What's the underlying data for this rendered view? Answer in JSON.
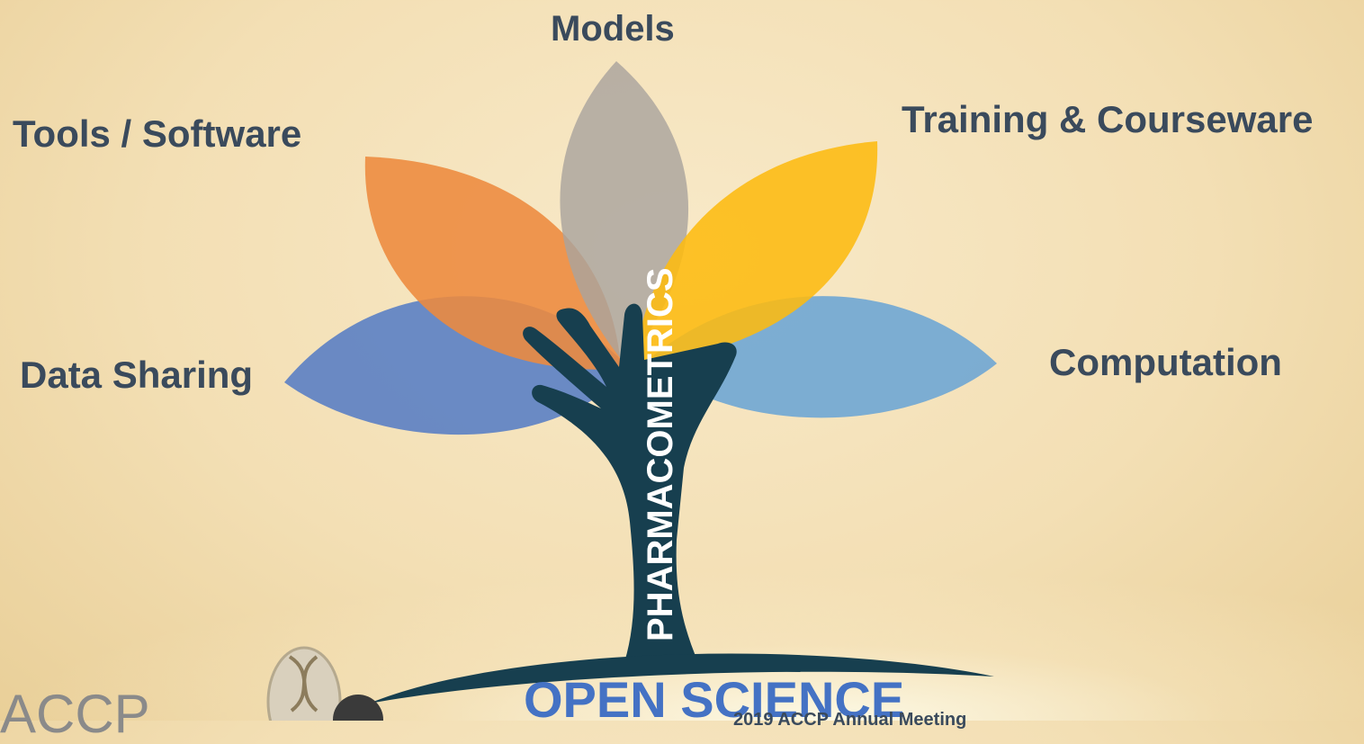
{
  "labels": {
    "models": "Models",
    "tools": "Tools / Software",
    "training": "Training & Courseware",
    "data_sharing": "Data Sharing",
    "computation": "Computation"
  },
  "trunk_label": "PHARMACOMETRICS",
  "root_label": "OPEN SCIENCE",
  "footer_text": "2019 ACCP Annual Meeting",
  "logo_text": "ACCP",
  "colors": {
    "leaf_orange": "#ed8a3d",
    "leaf_gray": "#a9a49d",
    "leaf_yellow": "#fdbb10",
    "leaf_blue_left": "#5b7fc4",
    "leaf_blue_right": "#6fa6d4",
    "tree": "#173f4f",
    "label_text": "#3a4a5c",
    "root_text": "#4472c4"
  },
  "icons": [
    "dna-helix-icon"
  ]
}
